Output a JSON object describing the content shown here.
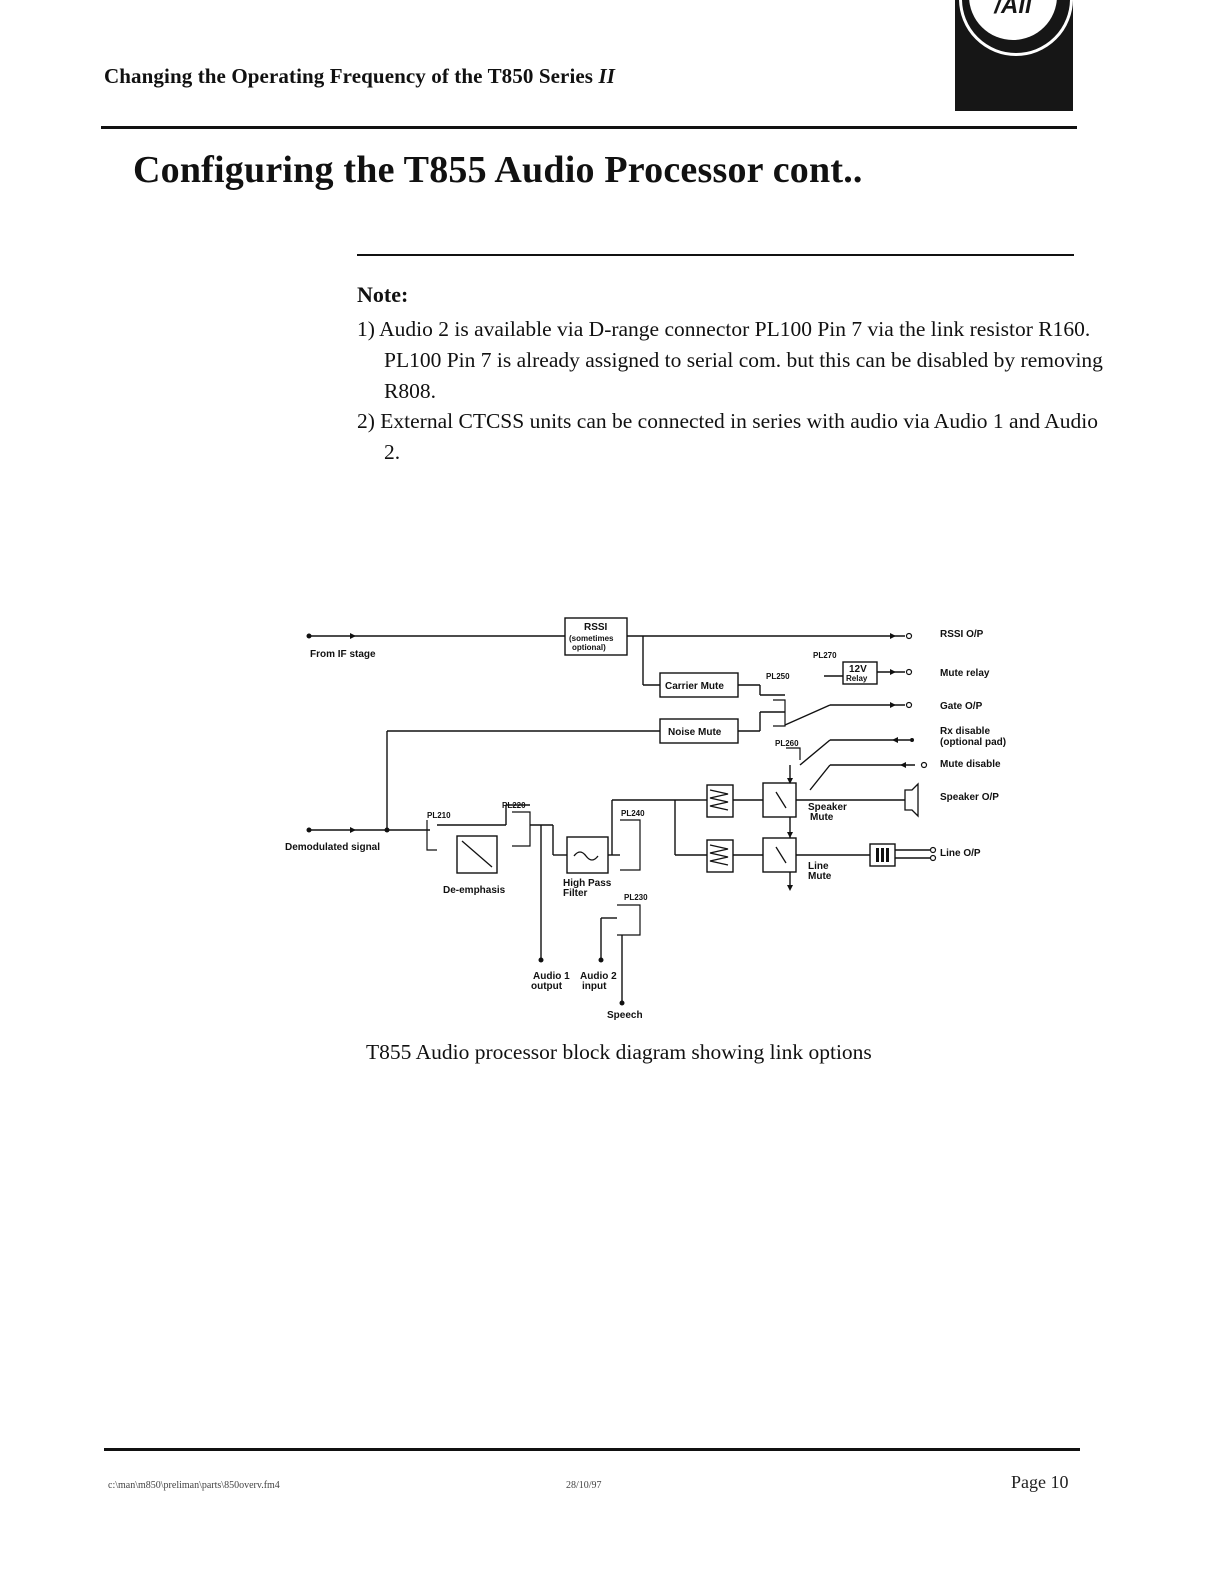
{
  "header": {
    "title": "Changing the Operating Frequency of the T850 Series",
    "series_suffix": "II",
    "logo_text": "/All"
  },
  "page_title": "Configuring the T855 Audio Processor cont..",
  "note": {
    "label": "Note:",
    "items": [
      "1) Audio 2 is available via D-range connector PL100 Pin 7 via the link resistor R160. PL100 Pin 7 is already assigned to serial com. but this can be disabled by removing R808.",
      "2) External CTCSS units can be connected in series with audio via Audio 1 and Audio 2."
    ]
  },
  "diagram": {
    "inputs": {
      "from_if_stage": "From IF stage",
      "demodulated_signal": "Demodulated signal"
    },
    "blocks": {
      "rssi": "RSSI",
      "rssi_sub1": "(sometimes",
      "rssi_sub2": "optional)",
      "carrier_mute": "Carrier Mute",
      "noise_mute": "Noise Mute",
      "relay_12v": "12V",
      "relay_label": "Relay",
      "de_emphasis": "De-emphasis",
      "high_pass_1": "High Pass",
      "high_pass_2": "Filter",
      "speaker_mute_1": "Speaker",
      "speaker_mute_2": "Mute",
      "line_mute_1": "Line",
      "line_mute_2": "Mute"
    },
    "links": {
      "pl210": "PL210",
      "pl220": "PL220",
      "pl230": "PL230",
      "pl240": "PL240",
      "pl250": "PL250",
      "pl260": "PL260",
      "pl270": "PL270"
    },
    "outputs": {
      "rssi_op": "RSSI O/P",
      "mute_relay": "Mute relay",
      "gate_op": "Gate O/P",
      "rx_disable_1": "Rx disable",
      "rx_disable_2": "(optional pad)",
      "mute_disable": "Mute disable",
      "speaker_op": "Speaker O/P",
      "line_op": "Line O/P"
    },
    "bottom": {
      "audio1_1": "Audio 1",
      "audio1_2": "output",
      "audio2_1": "Audio 2",
      "audio2_2": "input",
      "speech": "Speech"
    }
  },
  "caption": "T855 Audio processor block diagram showing link options",
  "footer": {
    "path": "c:\\man\\m850\\preliman\\parts\\850overv.fm4",
    "date": "28/10/97",
    "page": "Page 10"
  }
}
